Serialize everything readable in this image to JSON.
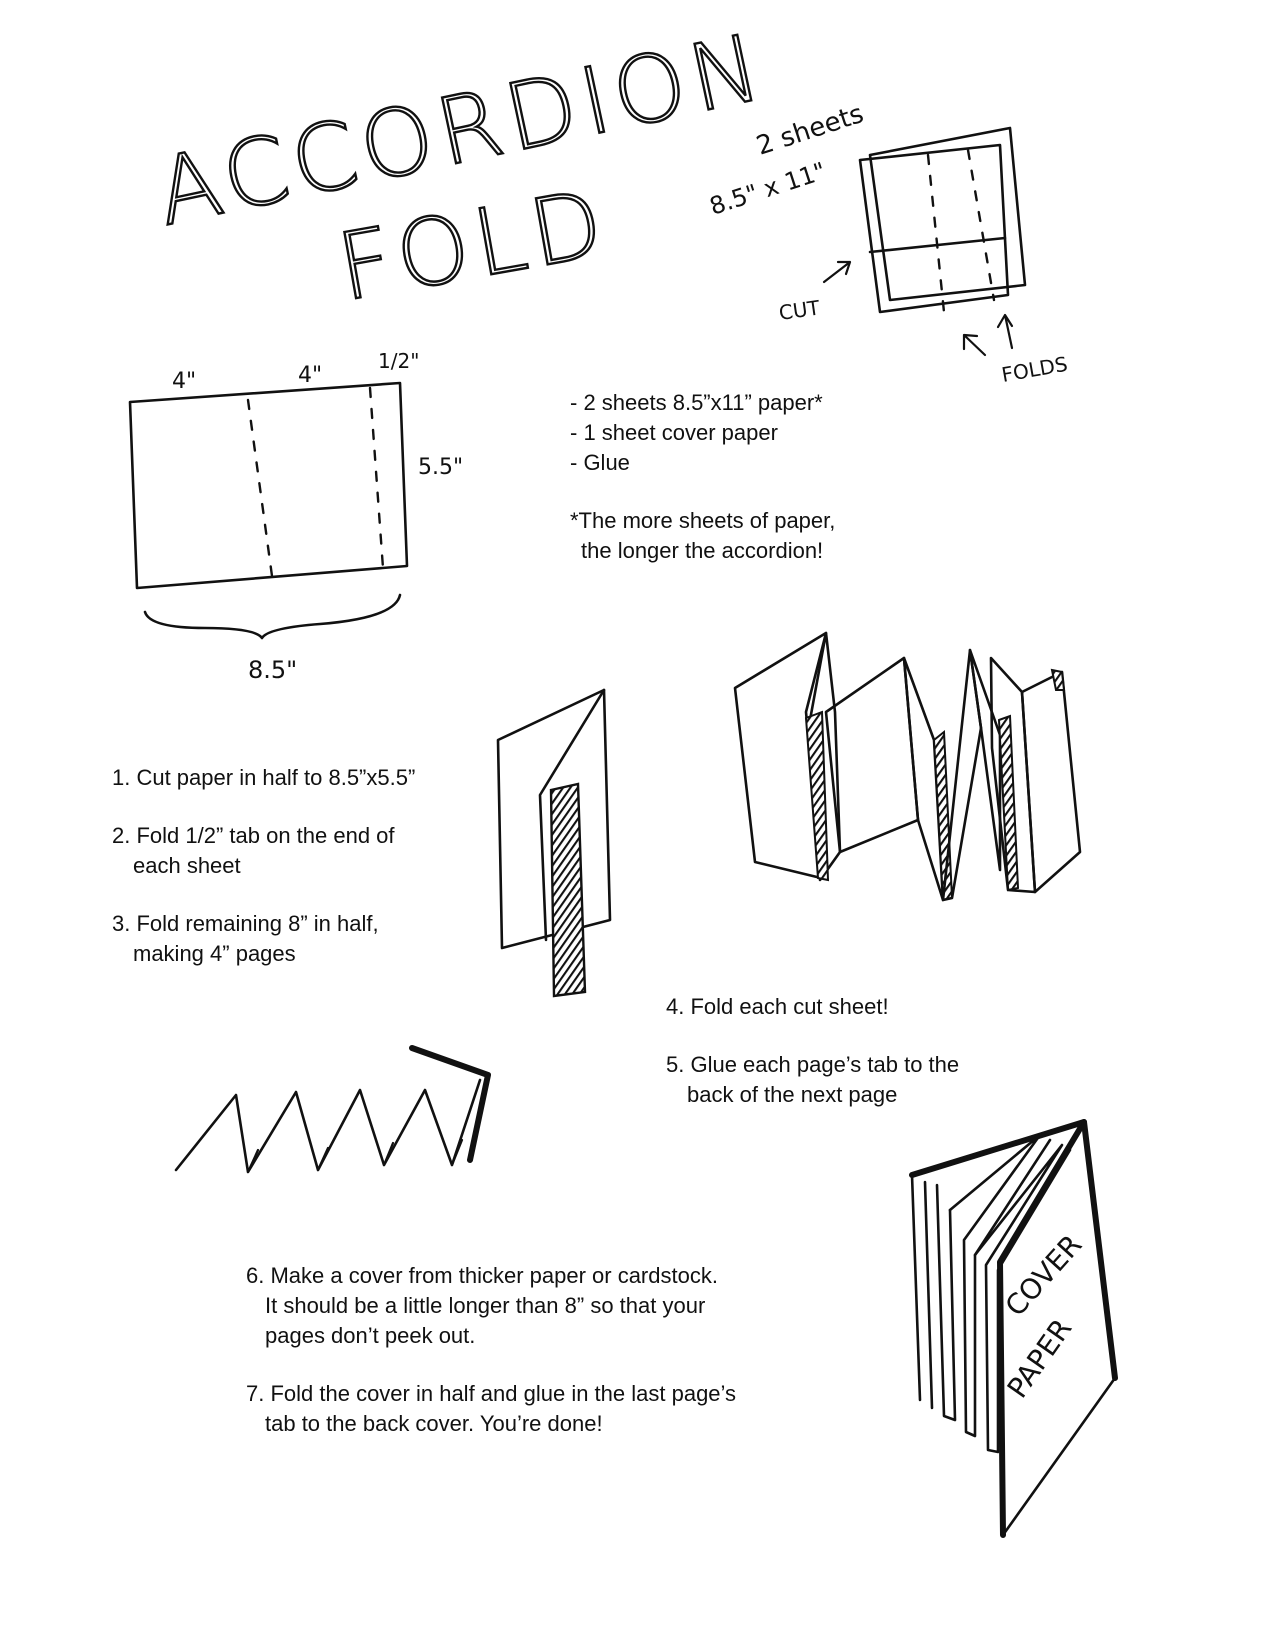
{
  "title": {
    "line1": "ACCORDION",
    "line2": "FOLD"
  },
  "diagram_labels": {
    "sheets_count": "2 sheets",
    "sheets_size": "8.5\" x 11\"",
    "cut": "CUT",
    "folds": "FOLDS",
    "page_width_a": "4\"",
    "page_width_b": "4\"",
    "tab_width": "1/2\"",
    "height": "5.5\"",
    "total_width": "8.5\""
  },
  "cover_lettering": {
    "line1": "COVER",
    "line2": "PAPER"
  },
  "materials": {
    "items": [
      "- 2 sheets 8.5”x11” paper*",
      "- 1 sheet cover paper",
      "- Glue"
    ],
    "note_line1": "*The more sheets of paper,",
    "note_line2": "the longer the accordion!"
  },
  "steps": {
    "s1": "1. Cut paper in half to 8.5”x5.5”",
    "s2_line1": "2. Fold 1/2” tab on the end of",
    "s2_line2": "each sheet",
    "s3_line1": "3. Fold remaining 8” in half,",
    "s3_line2": "making 4” pages",
    "s4": "4. Fold each cut sheet!",
    "s5_line1": "5. Glue each page’s tab to the",
    "s5_line2": "back of the next page",
    "s6_line1": "6. Make a cover from thicker paper or cardstock.",
    "s6_line2": "It should be a little longer than 8” so that your",
    "s6_line3": "pages don’t peek out.",
    "s7_line1": "7. Fold the cover in half and glue in the last page’s",
    "s7_line2": "tab to the back cover. You’re done!"
  },
  "icons": [
    "arrow-icon",
    "hatch-fill"
  ]
}
